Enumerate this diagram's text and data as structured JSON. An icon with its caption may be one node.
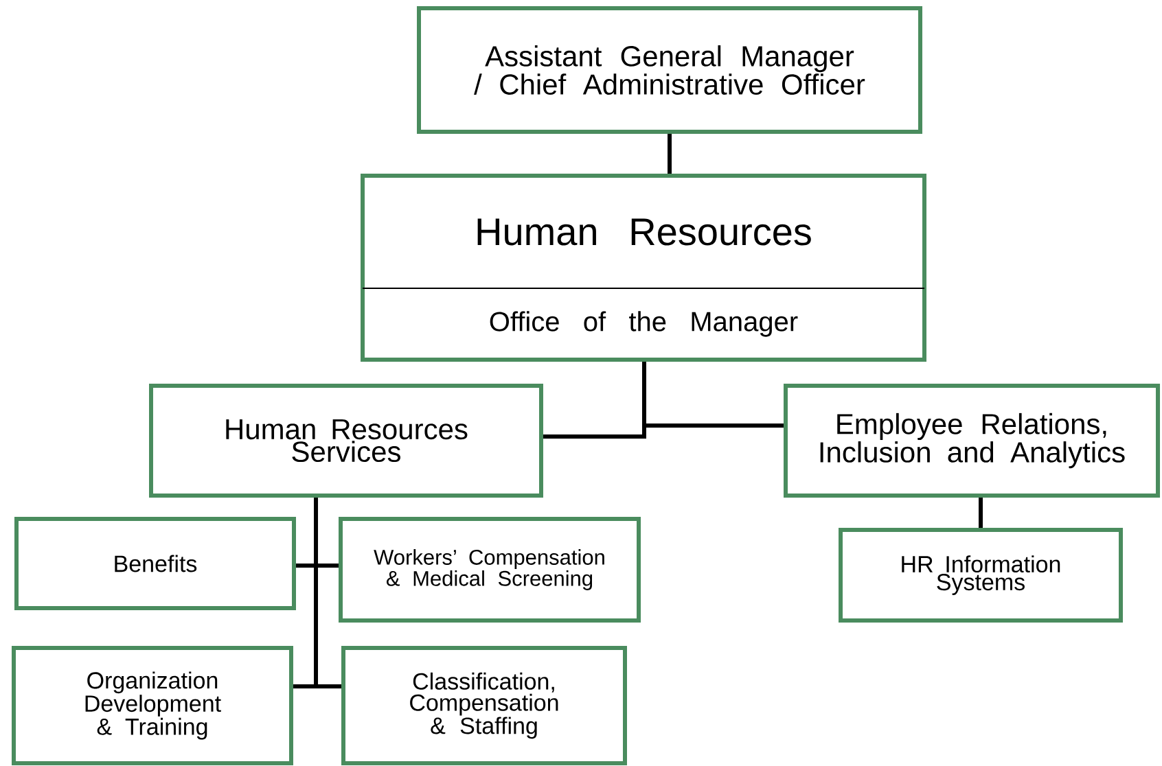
{
  "diagram": {
    "nodes": [
      {
        "text": [
          "Assistant General Manager / Chief Administrative Officer"
        ]
      },
      {
        "text": [
          "Human Resources",
          "Office of the Manager"
        ]
      },
      {
        "text": [
          "Human Resources Services"
        ]
      },
      {
        "text": [
          "Employee Relations, Inclusion and Analytics"
        ]
      },
      {
        "text": [
          "Benefits"
        ]
      },
      {
        "text": [
          "Workers’ Compensation & Medical Screening"
        ]
      },
      {
        "text": [
          "HR Information Systems"
        ]
      },
      {
        "text": [
          "Organization Development & Training"
        ]
      },
      {
        "text": [
          "Classification, Compensation & Staffing"
        ]
      }
    ],
    "edges": [
      {
        "from": 0,
        "to": 1,
        "arrow": "none"
      },
      {
        "from": 1,
        "to": 2,
        "arrow": "none"
      },
      {
        "from": 1,
        "to": 3,
        "arrow": "none"
      },
      {
        "from": 2,
        "to": 4,
        "arrow": "none"
      },
      {
        "from": 2,
        "to": 5,
        "arrow": "none"
      },
      {
        "from": 2,
        "to": 7,
        "arrow": "none"
      },
      {
        "from": 2,
        "to": 8,
        "arrow": "none"
      },
      {
        "from": 3,
        "to": 6,
        "arrow": "none"
      }
    ]
  }
}
